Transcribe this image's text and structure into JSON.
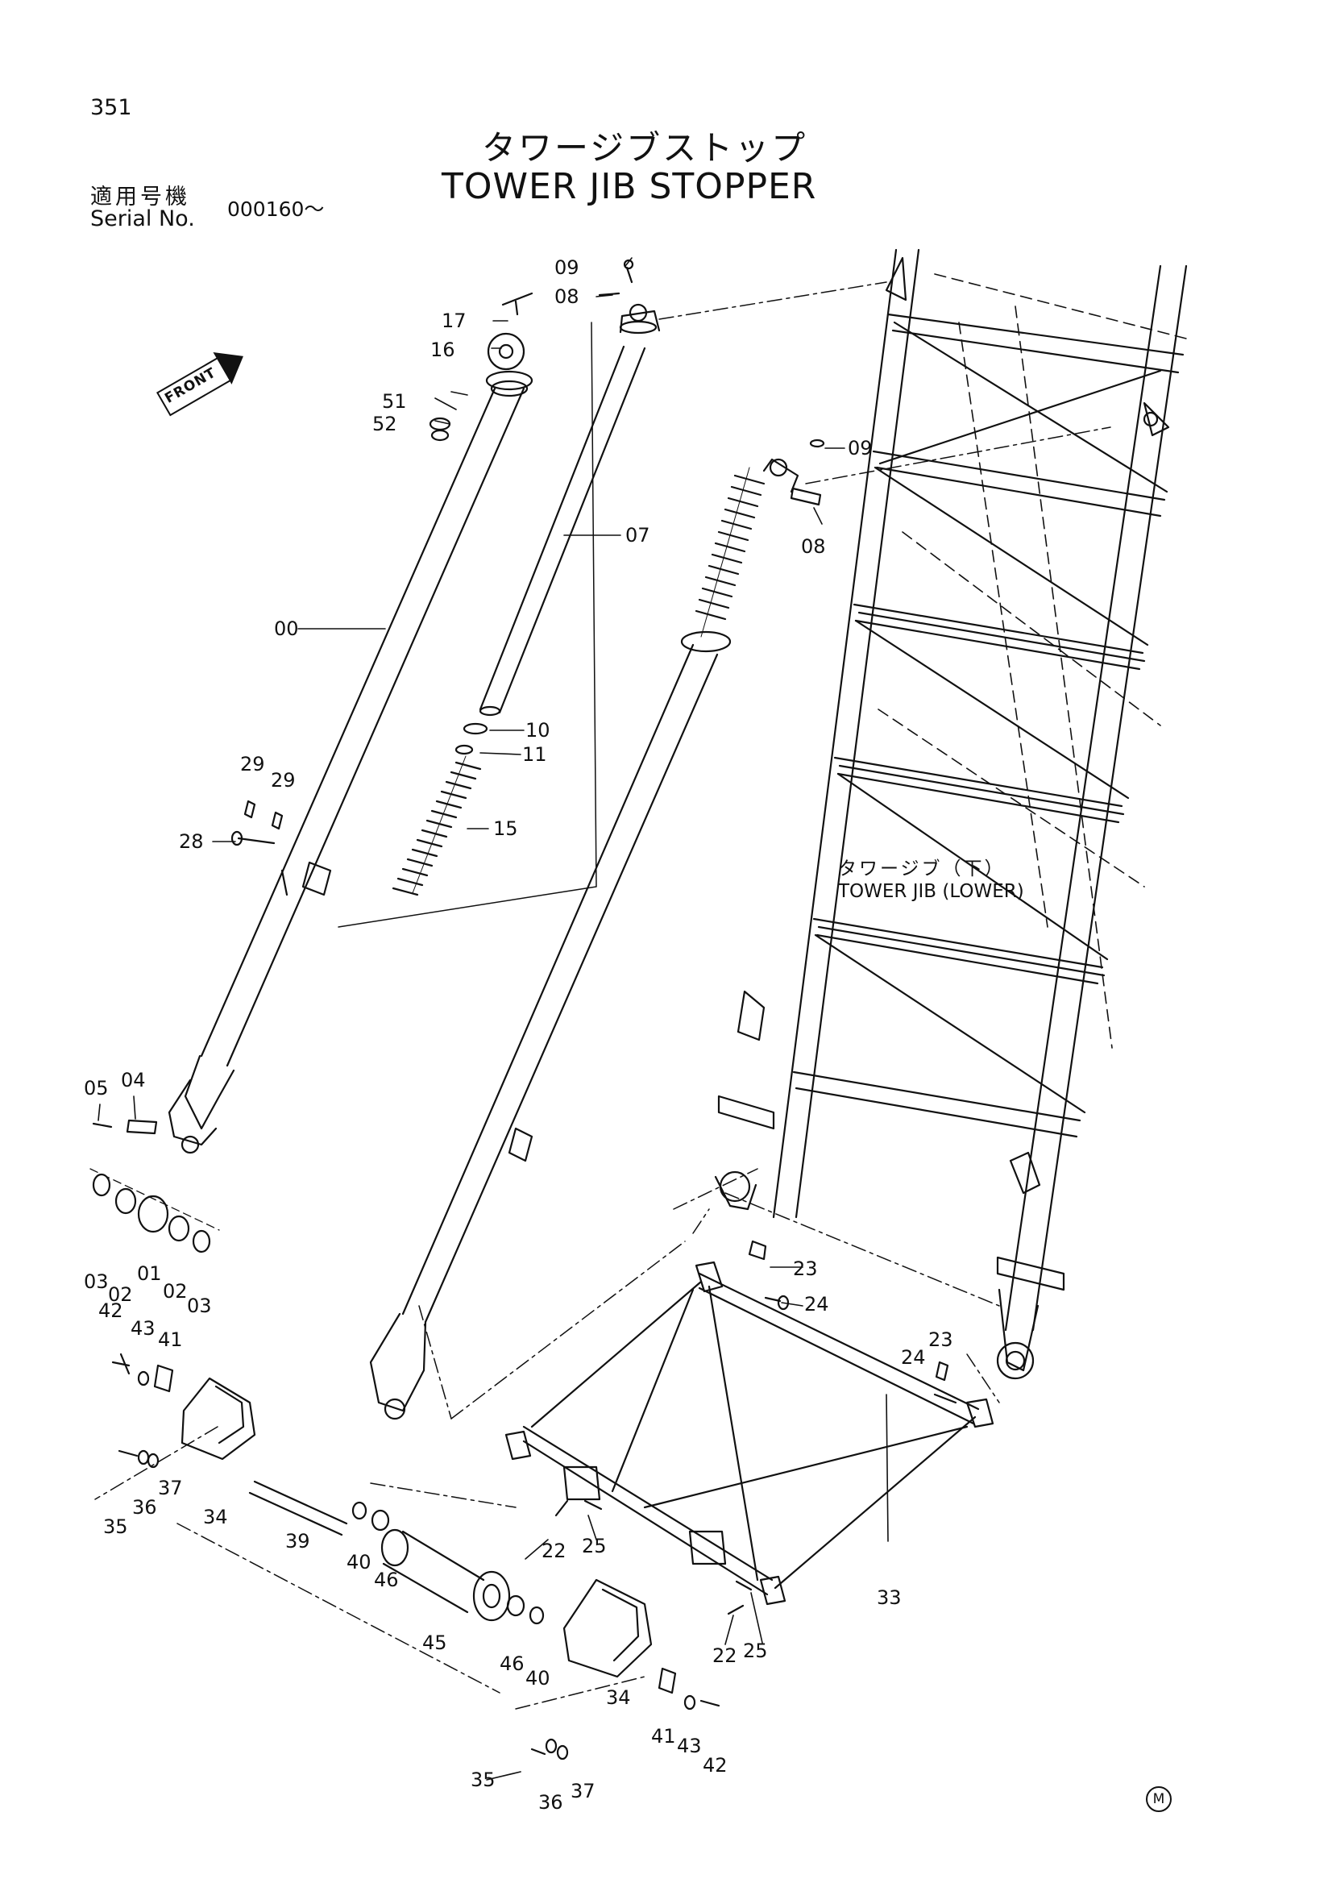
{
  "page": {
    "number": "351",
    "title_ja": "タワージブストップ",
    "title_en": "TOWER JIB STOPPER",
    "serial_label_ja": "適用号機",
    "serial_label_en": "Serial No.",
    "serial_value": "000160～",
    "assembly_label_ja": "タワージブ（下）",
    "assembly_label_en": "TOWER JIB (LOWER)",
    "direction_label": "FRONT",
    "corner_mark": "M"
  },
  "callouts": [
    {
      "id": "09",
      "text": "09"
    },
    {
      "id": "08",
      "text": "08"
    },
    {
      "id": "17",
      "text": "17"
    },
    {
      "id": "16",
      "text": "16"
    },
    {
      "id": "51",
      "text": "51"
    },
    {
      "id": "52",
      "text": "52"
    },
    {
      "id": "09b",
      "text": "09"
    },
    {
      "id": "08b",
      "text": "08"
    },
    {
      "id": "07",
      "text": "07"
    },
    {
      "id": "00",
      "text": "00"
    },
    {
      "id": "10",
      "text": "10"
    },
    {
      "id": "11",
      "text": "11"
    },
    {
      "id": "29a",
      "text": "29"
    },
    {
      "id": "29b",
      "text": "29"
    },
    {
      "id": "15",
      "text": "15"
    },
    {
      "id": "28",
      "text": "28"
    },
    {
      "id": "05",
      "text": "05"
    },
    {
      "id": "04",
      "text": "04"
    },
    {
      "id": "03a",
      "text": "03"
    },
    {
      "id": "02a",
      "text": "02"
    },
    {
      "id": "01",
      "text": "01"
    },
    {
      "id": "02b",
      "text": "02"
    },
    {
      "id": "03b",
      "text": "03"
    },
    {
      "id": "23a",
      "text": "23"
    },
    {
      "id": "24a",
      "text": "24"
    },
    {
      "id": "42a",
      "text": "42"
    },
    {
      "id": "43a",
      "text": "43"
    },
    {
      "id": "41a",
      "text": "41"
    },
    {
      "id": "23b",
      "text": "23"
    },
    {
      "id": "24b",
      "text": "24"
    },
    {
      "id": "35a",
      "text": "35"
    },
    {
      "id": "36a",
      "text": "36"
    },
    {
      "id": "37a",
      "text": "37"
    },
    {
      "id": "34a",
      "text": "34"
    },
    {
      "id": "39",
      "text": "39"
    },
    {
      "id": "40a",
      "text": "40"
    },
    {
      "id": "46a",
      "text": "46"
    },
    {
      "id": "22a",
      "text": "22"
    },
    {
      "id": "25a",
      "text": "25"
    },
    {
      "id": "33",
      "text": "33"
    },
    {
      "id": "45",
      "text": "45"
    },
    {
      "id": "46b",
      "text": "46"
    },
    {
      "id": "40b",
      "text": "40"
    },
    {
      "id": "22b",
      "text": "22"
    },
    {
      "id": "25b",
      "text": "25"
    },
    {
      "id": "34b",
      "text": "34"
    },
    {
      "id": "41b",
      "text": "41"
    },
    {
      "id": "43b",
      "text": "43"
    },
    {
      "id": "42b",
      "text": "42"
    },
    {
      "id": "35b",
      "text": "35"
    },
    {
      "id": "36b",
      "text": "36"
    },
    {
      "id": "37b",
      "text": "37"
    }
  ]
}
